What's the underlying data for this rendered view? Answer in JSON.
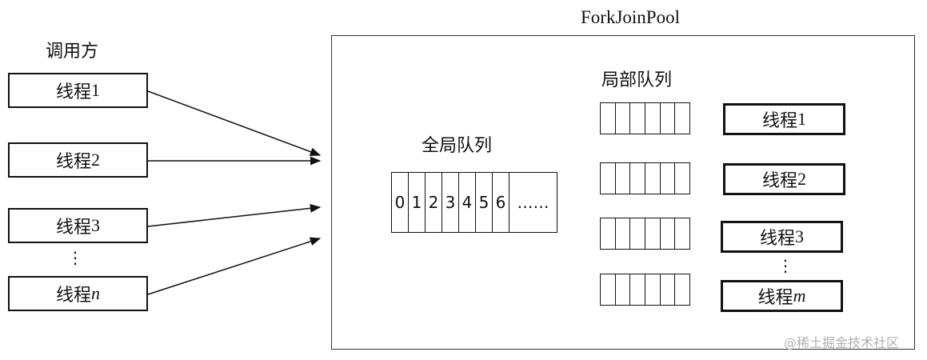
{
  "pool_title": "ForkJoinPool",
  "caller": {
    "title": "调用方",
    "threads": [
      {
        "label": "线程",
        "suffix": "1",
        "italic": false
      },
      {
        "label": "线程",
        "suffix": "2",
        "italic": false
      },
      {
        "label": "线程",
        "suffix": "3",
        "italic": false
      },
      {
        "label": "线程",
        "suffix": "n",
        "italic": true
      }
    ],
    "ellipsis": "⋮"
  },
  "global_queue": {
    "title": "全局队列",
    "cells": [
      "0",
      "1",
      "2",
      "3",
      "4",
      "5",
      "6"
    ],
    "tail": "……"
  },
  "local_queues": {
    "title": "局部队列"
  },
  "workers": {
    "threads": [
      {
        "label": "线程",
        "suffix": "1",
        "italic": false
      },
      {
        "label": "线程",
        "suffix": "2",
        "italic": false
      },
      {
        "label": "线程",
        "suffix": "3",
        "italic": false
      },
      {
        "label": "线程",
        "suffix": "m",
        "italic": true
      }
    ],
    "ellipsis": "⋮"
  },
  "watermark": "@稀土掘金技术社区"
}
